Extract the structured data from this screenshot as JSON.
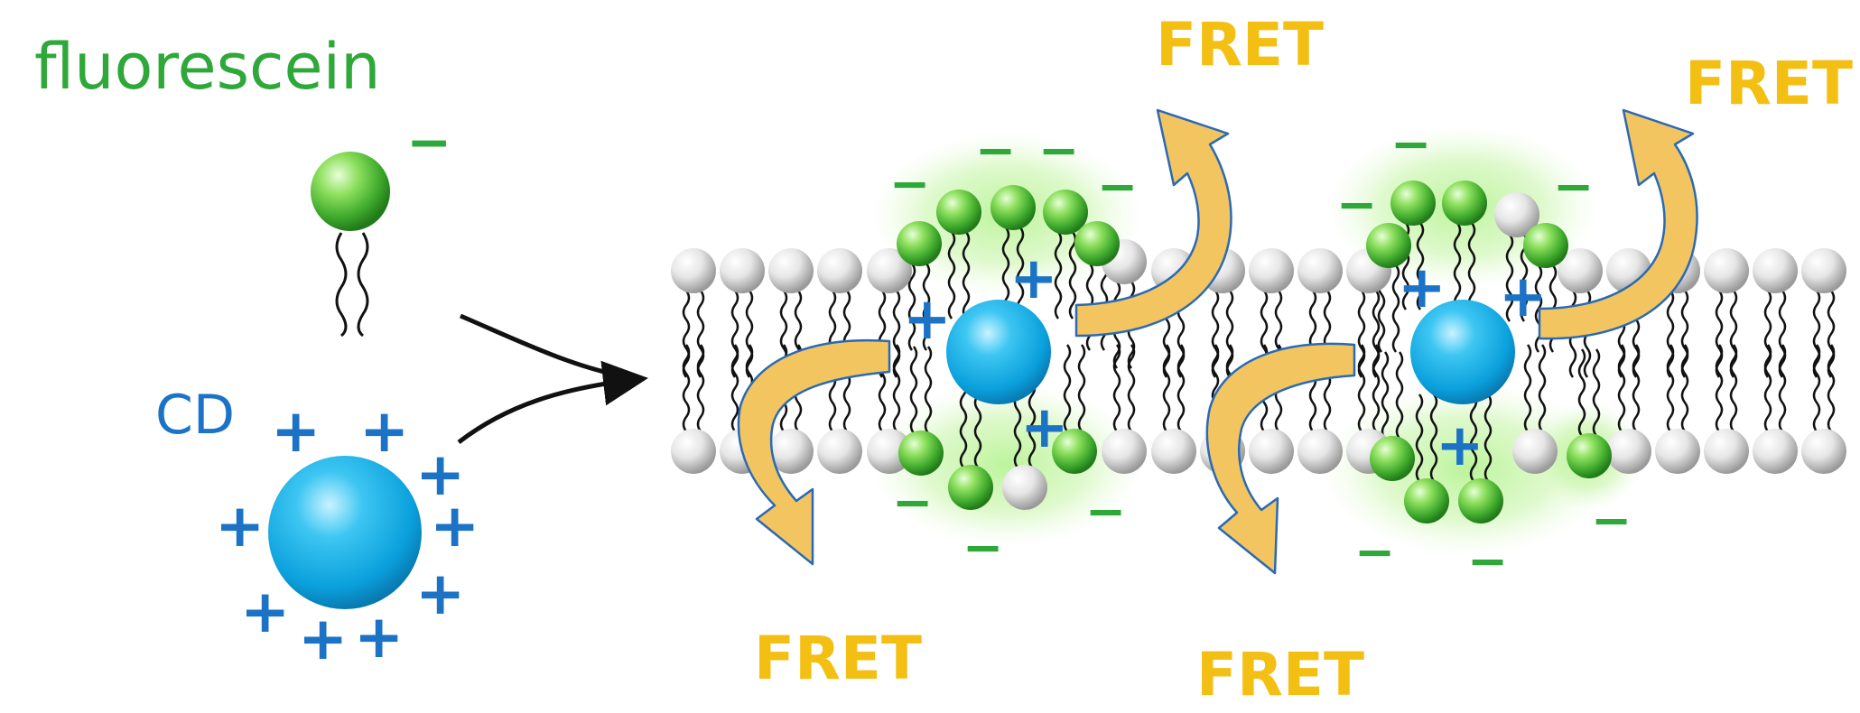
{
  "labels": {
    "fluorescein": "fluorescein",
    "cd": "CD",
    "fret": "FRET"
  },
  "symbols": {
    "minus": "−",
    "plus": "+"
  },
  "colors": {
    "fluorescein_green": "#2fa83a",
    "cd_blue": "#1c73c6",
    "fret_yellow": "#f3bf12",
    "arrow_fill": "#f2c560",
    "arrow_edge": "#2a69b5",
    "lipid_white": "#e2e2e2"
  }
}
